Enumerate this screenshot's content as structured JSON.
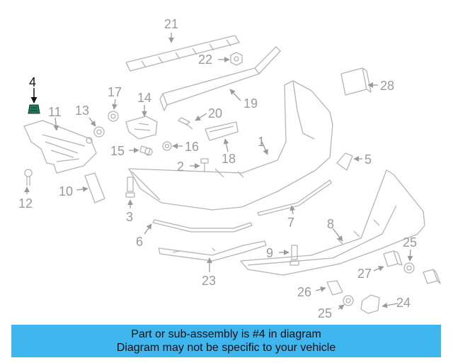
{
  "callouts": {
    "c1": "1",
    "c2": "2",
    "c3": "3",
    "c4": "4",
    "c5": "5",
    "c6": "6",
    "c7": "7",
    "c8": "8",
    "c9": "9",
    "c10": "10",
    "c11": "11",
    "c12": "12",
    "c13": "13",
    "c14": "14",
    "c15": "15",
    "c16": "16",
    "c17": "17",
    "c18": "18",
    "c19": "19",
    "c20": "20",
    "c21": "21",
    "c22": "22",
    "c23": "23",
    "c24": "24",
    "c25a": "25",
    "c25b": "25",
    "c26": "26",
    "c27": "27",
    "c28": "28"
  },
  "highlight": {
    "part_number": "4",
    "color": "#111111",
    "icon": "clip-icon",
    "icon_color": "#1f7a5a"
  },
  "banner": {
    "line1": "Part or sub-assembly is #4 in diagram",
    "line2": "Diagram may not be specific to your vehicle",
    "background": "#3fb6ee"
  }
}
